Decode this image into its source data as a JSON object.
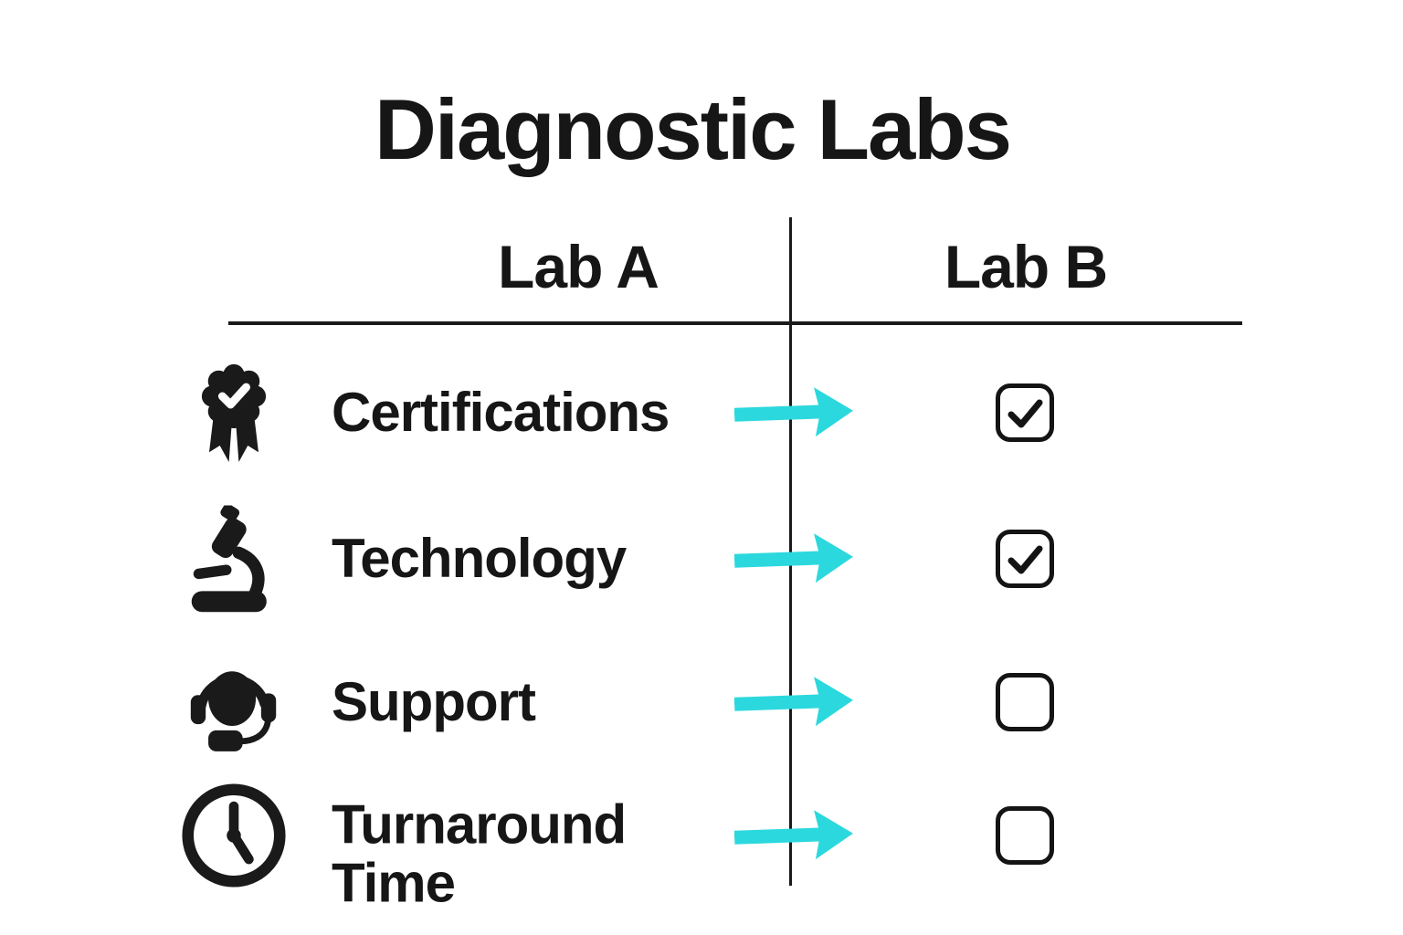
{
  "title": "Diagnostic Labs",
  "columns": {
    "left": "Lab A",
    "right": "Lab B"
  },
  "colors": {
    "accent": "#2BD8DD",
    "ink": "#161616"
  },
  "rows": [
    {
      "label": "Certifications",
      "icon": "award-ribbon-icon",
      "checked": true
    },
    {
      "label": "Technology",
      "icon": "microscope-icon",
      "checked": true
    },
    {
      "label": "Support",
      "icon": "headset-icon",
      "checked": false
    },
    {
      "label": "Turnaround Time",
      "icon": "clock-icon",
      "checked": false
    }
  ]
}
